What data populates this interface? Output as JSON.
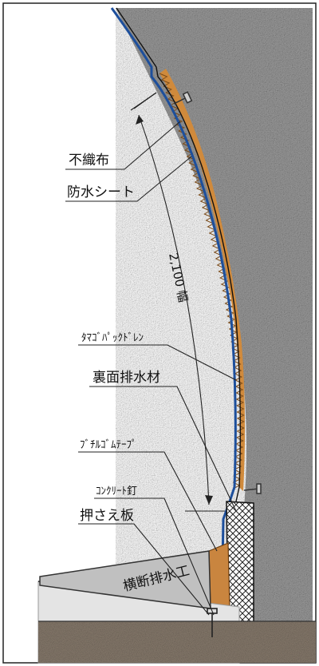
{
  "labels": {
    "nonwoven": "不織布",
    "waterproof_sheet": "防水シート",
    "width": "2,100 幅",
    "tamago_pack_drain": "ﾀﾏｺﾞﾊﾟｯｸﾄﾞﾚﾝ",
    "back_drain_material": "裏面排水材",
    "butyl_rubber_tape": "ﾌﾞﾁﾙｺﾞﾑﾃｰﾌﾟ",
    "concrete_nail": "ｺﾝｸﾘｰﾄ釘",
    "pressing_plate": "押さえ板",
    "transverse_drain": "横断排水工"
  },
  "colors": {
    "rock": "#9a9a9a",
    "lining": "#f4f4f4",
    "sheet": "#1d4f9c",
    "drain_core": "#d08a3c",
    "road_base": "#e4e4e4",
    "ground": "#8a7d6f",
    "pipe": "#c0c0c0",
    "tape": "#c9853f"
  }
}
